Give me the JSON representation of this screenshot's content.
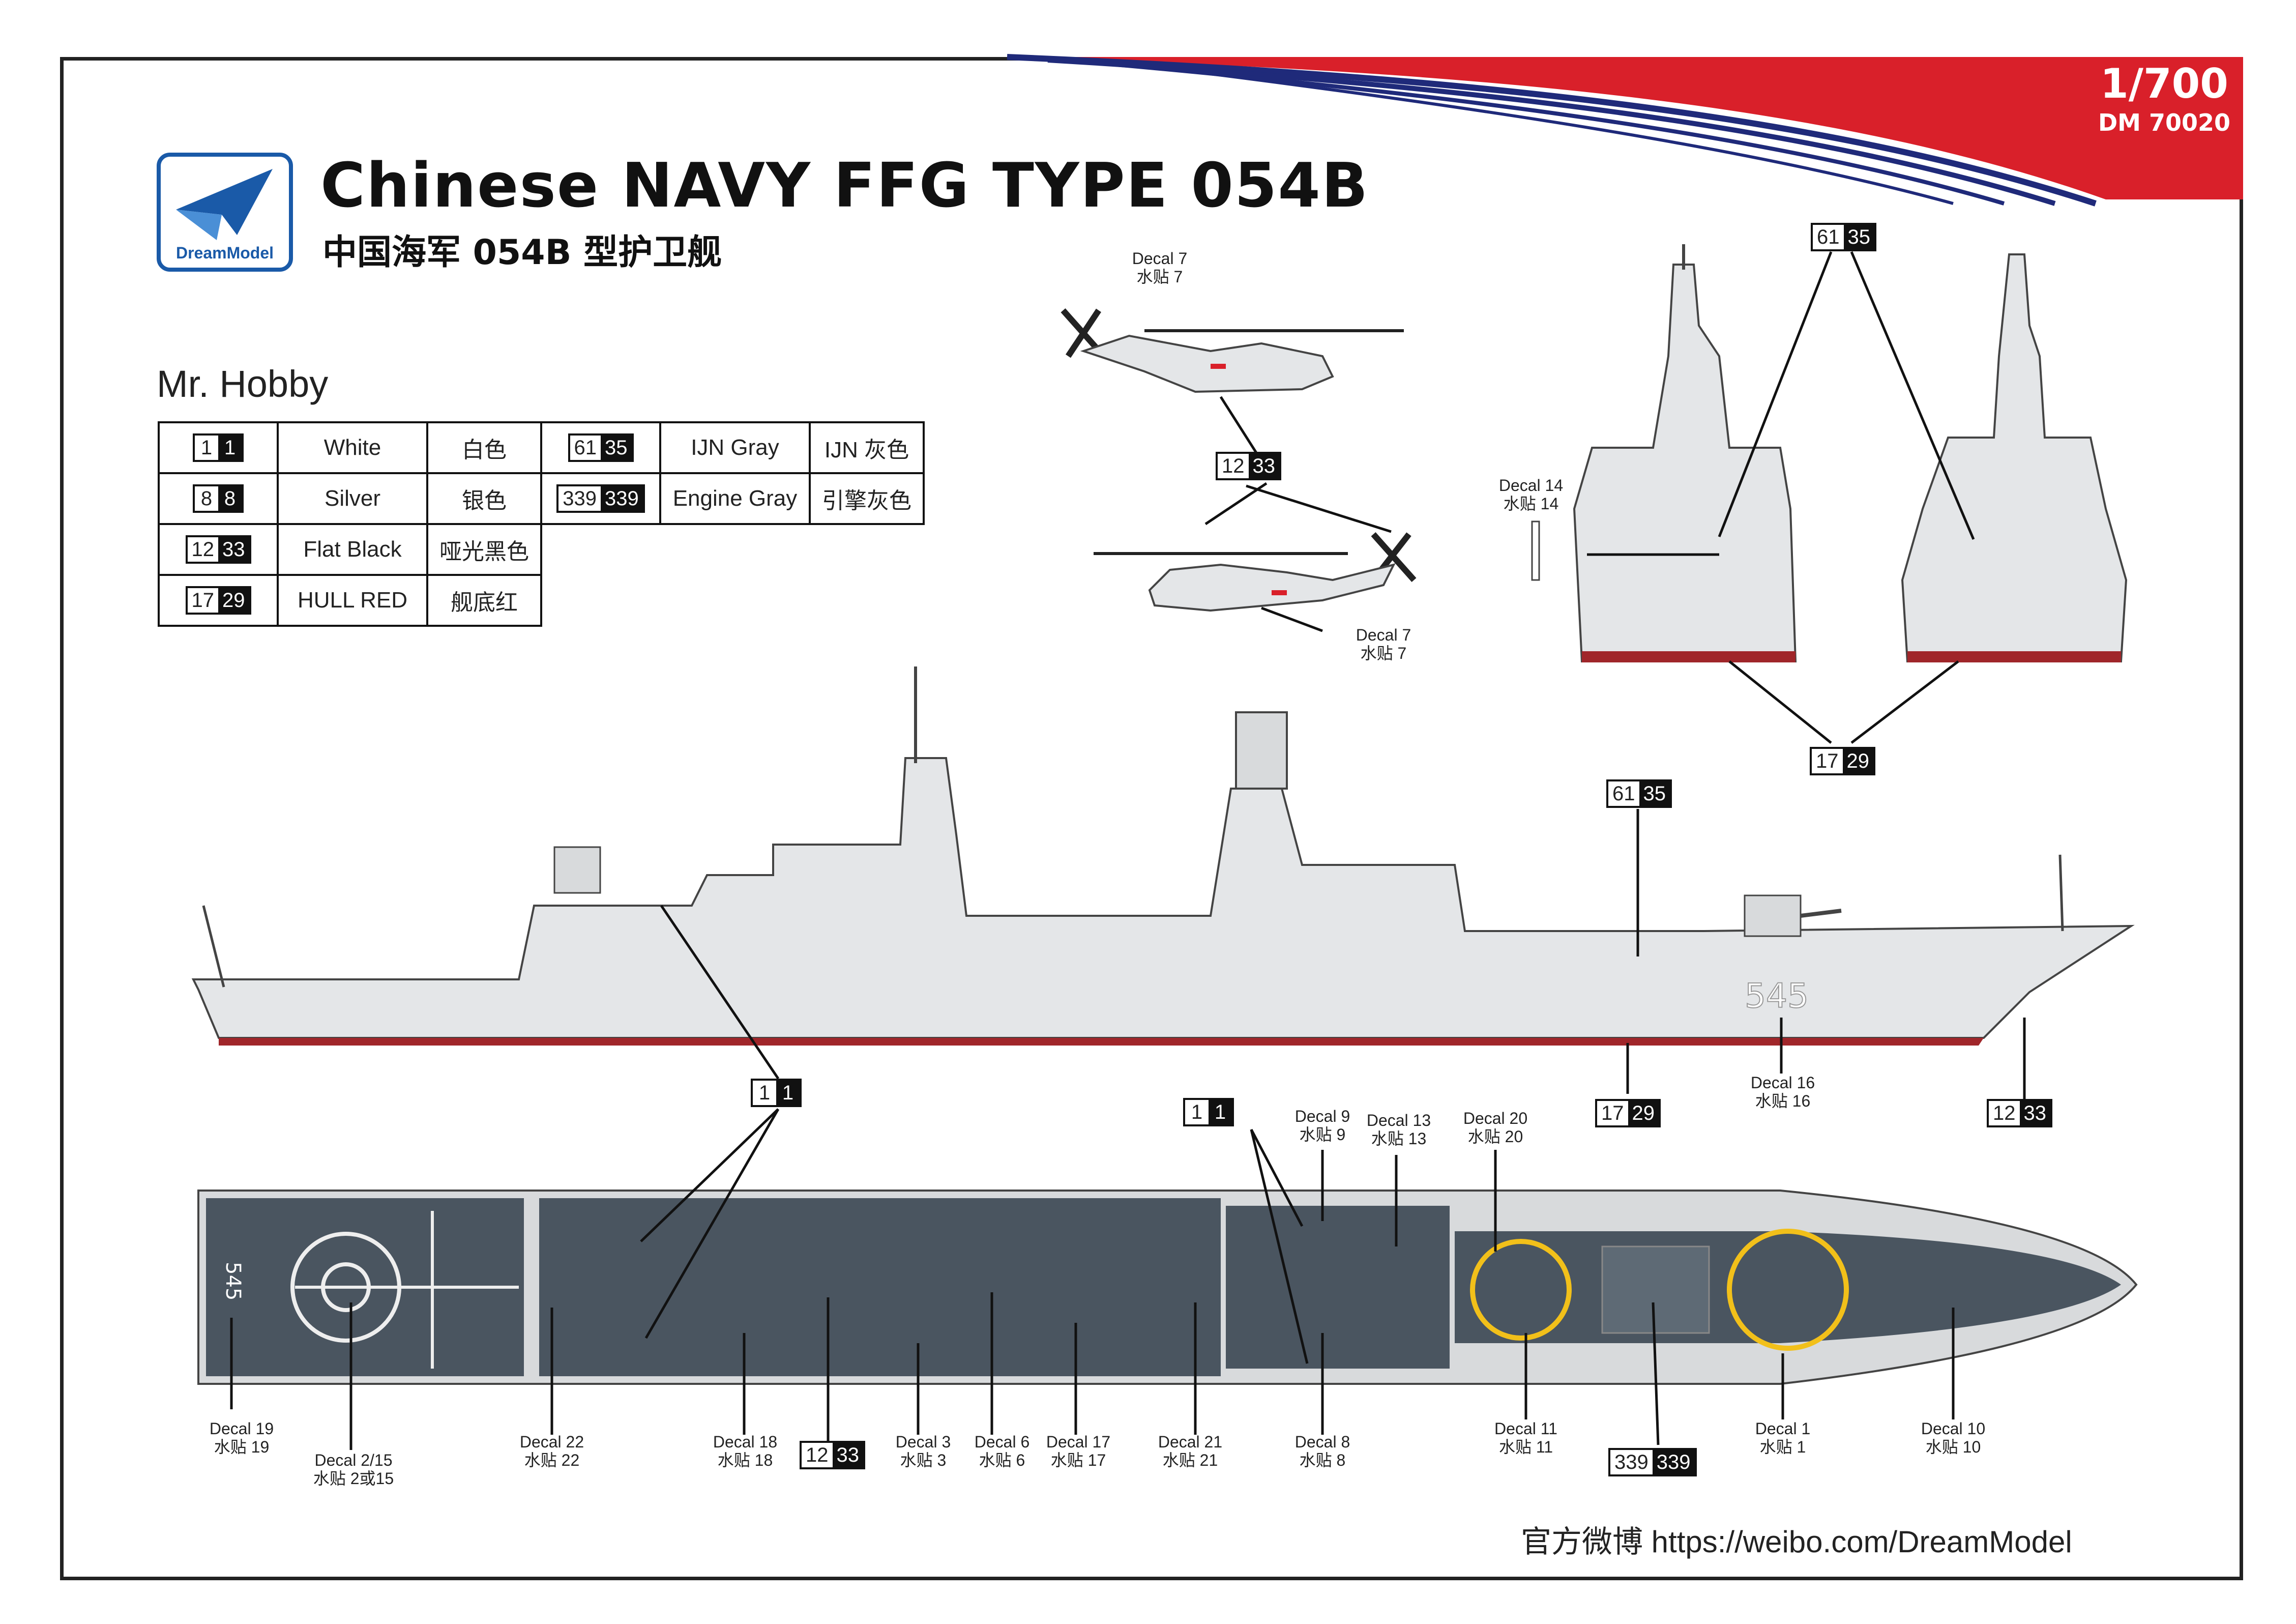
{
  "header": {
    "scale": "1/700",
    "product_code": "DM 70020",
    "title": "Chinese NAVY FFG TYPE 054B",
    "subtitle": "中国海军 054B 型护卫舰",
    "brand": "DreamModel",
    "accent_colors": [
      "#d9202a",
      "#1f2a7a"
    ]
  },
  "paint": {
    "brand": "Mr. Hobby",
    "rows": [
      [
        {
          "a": "1",
          "b": "1",
          "name": "White",
          "cn": "白色"
        },
        {
          "a": "61",
          "b": "35",
          "name": "IJN Gray",
          "cn": "IJN 灰色"
        }
      ],
      [
        {
          "a": "8",
          "b": "8",
          "name": "Silver",
          "cn": "银色"
        },
        {
          "a": "339",
          "b": "339",
          "name": "Engine Gray",
          "cn": "引擎灰色"
        }
      ],
      [
        {
          "a": "12",
          "b": "33",
          "name": "Flat Black",
          "cn": "哑光黑色"
        }
      ],
      [
        {
          "a": "17",
          "b": "29",
          "name": "HULL RED",
          "cn": "舰底红"
        }
      ]
    ]
  },
  "callouts": {
    "c1": {
      "a": "12",
      "b": "33"
    },
    "c2": {
      "a": "61",
      "b": "35"
    },
    "c3": {
      "a": "17",
      "b": "29"
    },
    "c4": {
      "a": "61",
      "b": "35"
    },
    "c5": {
      "a": "1",
      "b": "1"
    },
    "c6": {
      "a": "17",
      "b": "29"
    },
    "c7": {
      "a": "12",
      "b": "33"
    },
    "c8": {
      "a": "1",
      "b": "1"
    },
    "c9": {
      "a": "12",
      "b": "33"
    },
    "c10": {
      "a": "339",
      "b": "339"
    }
  },
  "decals": {
    "d7a": {
      "en": "Decal 7",
      "cn": "水贴 7"
    },
    "d7b": {
      "en": "Decal 7",
      "cn": "水贴 7"
    },
    "d14": {
      "en": "Decal 14",
      "cn": "水贴 14"
    },
    "d16": {
      "en": "Decal 16",
      "cn": "水贴 16"
    },
    "d9": {
      "en": "Decal 9",
      "cn": "水贴 9"
    },
    "d13": {
      "en": "Decal 13",
      "cn": "水贴 13"
    },
    "d20": {
      "en": "Decal 20",
      "cn": "水贴 20"
    },
    "d19": {
      "en": "Decal 19",
      "cn": "水贴 19"
    },
    "d2": {
      "en": "Decal 2/15",
      "cn": "水贴 2或15"
    },
    "d22": {
      "en": "Decal 22",
      "cn": "水贴 22"
    },
    "d18": {
      "en": "Decal 18",
      "cn": "水贴 18"
    },
    "d3": {
      "en": "Decal 3",
      "cn": "水贴 3"
    },
    "d6": {
      "en": "Decal 6",
      "cn": "水贴 6"
    },
    "d17": {
      "en": "Decal 17",
      "cn": "水贴 17"
    },
    "d21": {
      "en": "Decal 21",
      "cn": "水贴 21"
    },
    "d8": {
      "en": "Decal 8",
      "cn": "水贴 8"
    },
    "d11": {
      "en": "Decal 11",
      "cn": "水贴 11"
    },
    "d1": {
      "en": "Decal 1",
      "cn": "水贴 1"
    },
    "d10": {
      "en": "Decal 10",
      "cn": "水贴 10"
    }
  },
  "ship": {
    "hull_number": "545"
  },
  "footer": {
    "weibo_label": "官方微博",
    "url": "https://weibo.com/DreamModel"
  }
}
